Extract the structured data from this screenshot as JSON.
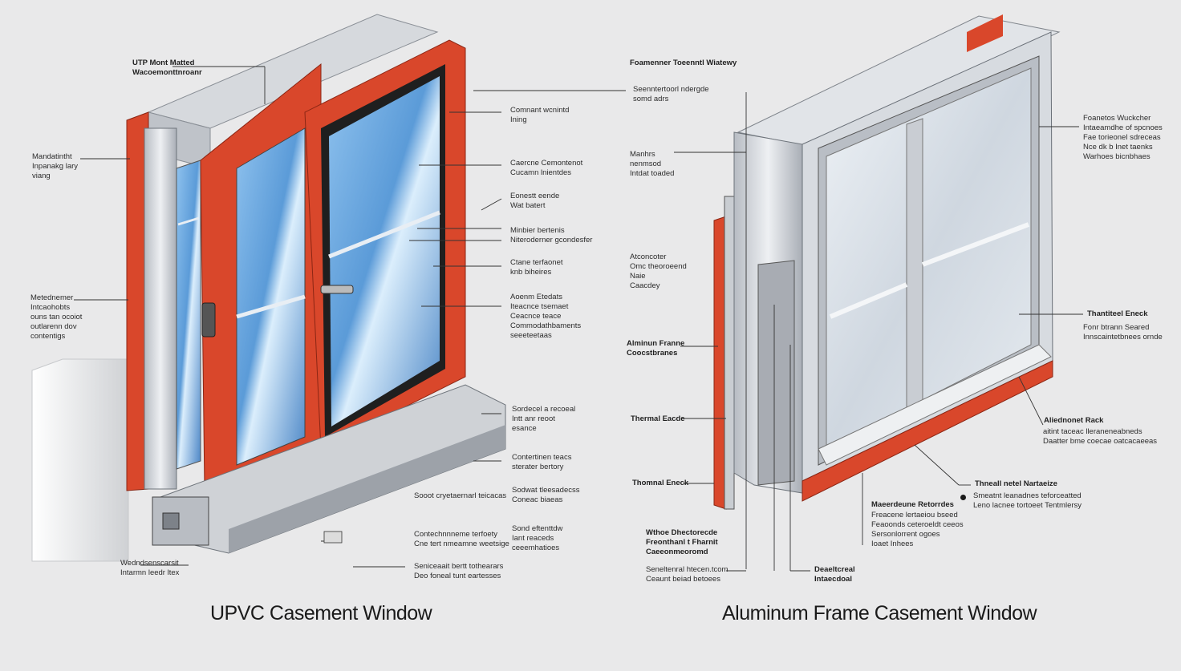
{
  "titles": {
    "upvc": "UPVC Casement Window",
    "aluminum": "Aluminum Frame Casement Window"
  },
  "left_labels": [
    {
      "text": "UTP Mont Matted\nWacoemonttnroanr",
      "bold": true
    },
    {
      "text": "Mandatintht\nInpanakg lary\nviang",
      "bold": false
    },
    {
      "text": "Metednemer\nIntcaohobts\nouns tan ocoiot\noutlarenn dov\ncontentigs",
      "bold": false
    },
    {
      "text": "Wedndsenscarsit\nIntarmn leedr ltex",
      "bold": false
    }
  ],
  "mid_left_labels": [
    {
      "text": "Comnant wcnintd\nIning",
      "bold": false
    },
    {
      "text": "Caercne Cemontenot\nCucamn lnientdes",
      "bold": false
    },
    {
      "text": "Eonestt eende\nWat batert",
      "bold": false
    },
    {
      "text": "Minbier bertenis\nNiteroderner gcondesfer",
      "bold": false
    },
    {
      "text": "Ctane terfaonet\nknb biheires",
      "bold": false
    },
    {
      "text": "Aoenm Etedats\nIteacnce tsemaet\nCeacnce teace\nCommodathbaments\nseeeteetaas",
      "bold": false
    },
    {
      "text": "Sordecel a recoeal\nIntt anr reoot\nesance",
      "bold": false
    },
    {
      "text": "Contertinen teacs\nsterater bertory",
      "bold": false
    },
    {
      "text": "Sodwat tleesadecss\nConeac biaeas",
      "bold": false
    },
    {
      "text": "Sond eftenttdw\nIant reaceds\nceeemhatioes",
      "bold": false
    }
  ],
  "bottom_left_labels": [
    {
      "text": "Sooot cryetaernarl teicacas",
      "bold": false
    },
    {
      "text": "Contechnnneme terfoety\nCne tert nmeamne weetsige",
      "bold": false
    },
    {
      "text": "Seniceaait bertt tothearars\nDeo foneal tunt eartesses",
      "bold": false
    }
  ],
  "right_mid_labels": [
    {
      "text": "Foamenner Toeenntl Wiatewy",
      "bold": true
    },
    {
      "text": "Seenntertoorl ndergde\nsomd adrs",
      "bold": false
    },
    {
      "text": "Manhrs\nnenmsod\nIntdat toaded",
      "bold": false
    },
    {
      "text": "Atconcoter\nOmc theoroeend\nNaie\nCaacdey",
      "bold": false
    },
    {
      "text": "Alminun Franne\nCoocstbranes",
      "bold": true
    },
    {
      "text": "Thermal Eacde",
      "bold": true
    },
    {
      "text": "Thomnal Eneck",
      "bold": true
    },
    {
      "text": "Wthoe Dhectorecde\nFreonthanl t Fharnit\nCaeeonmeoromd",
      "bold": true
    },
    {
      "text": "Seneltenral htecen.tcom\nCeaunt beiad betoees",
      "bold": false
    },
    {
      "text": "Deaeltcreal\nIntaecdoal",
      "bold": true
    }
  ],
  "right_labels": [
    {
      "text": "Foanetos Wuckcher\nIntaeamdhe of spcnoes\nFae torieonel sdreceas\nNce dk b Inet taenks\nWarhoes bicnbhaes",
      "bold": false
    },
    {
      "text": "Thantiteel Eneck",
      "bold": true
    },
    {
      "text": "Fonr btrann Seared\nInnscaintetbnees ornde",
      "bold": false
    },
    {
      "text": "Aliednonet Rack",
      "bold": true
    },
    {
      "text": "aitint taceac lleraneneabneds\nDaatter bme coecae oatcacaeeas",
      "bold": false
    },
    {
      "text": "Thneall netel Nartaeize",
      "bold": true
    },
    {
      "text": "Smeatnt leanadnes teforceatted\nLeno lacnee tortoeet Tentmlersy",
      "bold": false
    },
    {
      "text": "Maeerdeune Retorrdes",
      "bold": true
    },
    {
      "text": "Freacene lertaeiou bseed\nFeaoonds ceteroeldt ceeos\nSersonlorrent ogoes\nIoaet Inhees",
      "bold": false
    }
  ],
  "colors": {
    "background": "#e9e9ea",
    "frame_orange": "#d9472b",
    "frame_orange_dark": "#b3371f",
    "glass_blue": "#6fa8dc",
    "aluminum_gray": "#c8ccd1",
    "line_dark": "#333333"
  }
}
